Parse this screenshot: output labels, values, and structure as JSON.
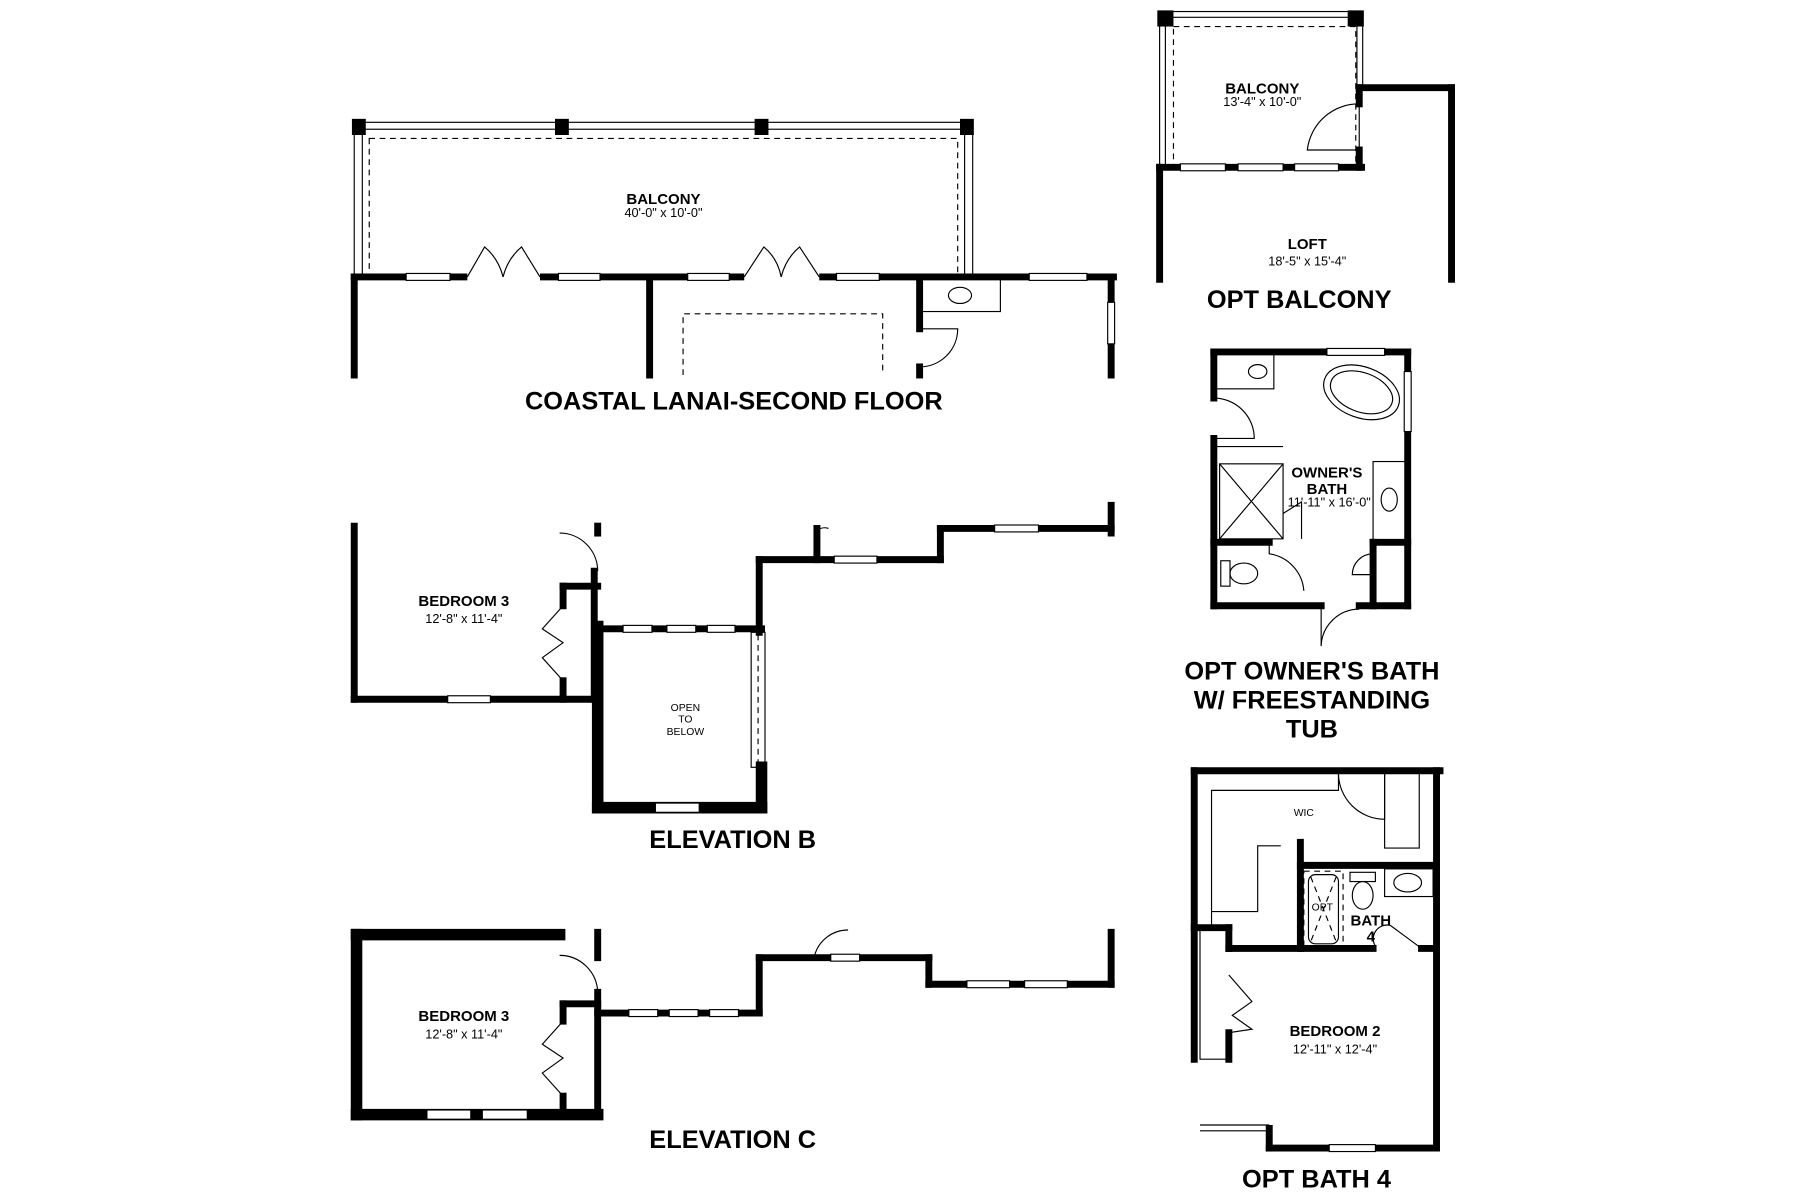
{
  "plans": {
    "coastal_lanai": {
      "title": "COASTAL LANAI-SECOND FLOOR",
      "balcony": {
        "name": "BALCONY",
        "dims": "40'-0\" x 10'-0\""
      }
    },
    "elevation_b": {
      "title": "ELEVATION B",
      "bedroom": {
        "name": "BEDROOM 3",
        "dims": "12'-8\" x 11'-4\""
      },
      "open_to_below": [
        "OPEN",
        "TO",
        "BELOW"
      ]
    },
    "elevation_c": {
      "title": "ELEVATION C",
      "bedroom": {
        "name": "BEDROOM 3",
        "dims": "12'-8\" x 11'-4\""
      }
    },
    "opt_balcony": {
      "title": "OPT BALCONY",
      "balcony": {
        "name": "BALCONY",
        "dims": "13'-4\" x 10'-0\""
      },
      "loft": {
        "name": "LOFT",
        "dims": "18'-5\" x 15'-4\""
      }
    },
    "opt_owners_bath": {
      "title_lines": [
        "OPT OWNER'S BATH",
        "W/ FREESTANDING",
        "TUB"
      ],
      "room_lines": [
        "OWNER'S",
        "BATH"
      ],
      "dims": "11'-11\" x 16'-0\""
    },
    "opt_bath4": {
      "title": "OPT BATH 4",
      "wic": "WIC",
      "opt": "OPT",
      "bath_lines": [
        "BATH",
        "4"
      ],
      "bedroom": {
        "name": "BEDROOM 2",
        "dims": "12'-11\" x 12'-4\""
      }
    }
  },
  "colors": {
    "line": "#000000",
    "background": "#ffffff"
  }
}
